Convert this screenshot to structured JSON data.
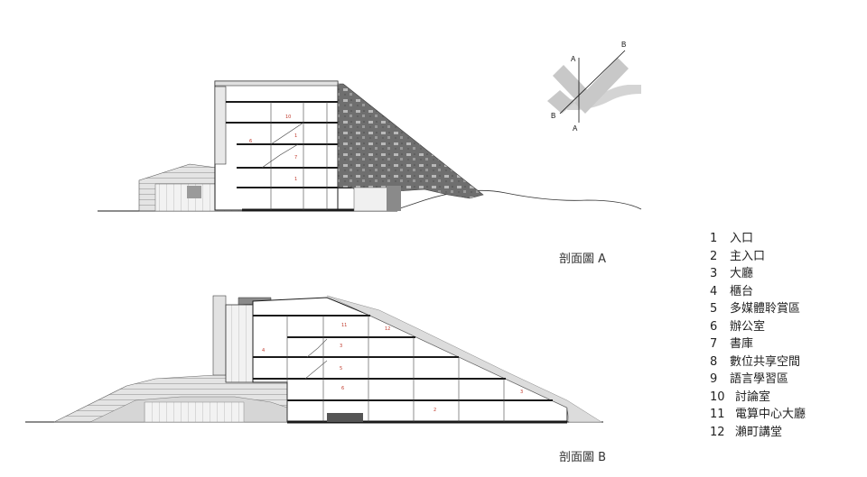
{
  "captions": {
    "section_a": "剖面圖 A",
    "section_b": "剖面圖 B"
  },
  "key_plan": {
    "label_a_top": "A",
    "label_a_bottom": "A",
    "label_b_top": "B",
    "label_b_bottom": "B"
  },
  "legend": [
    {
      "num": "1",
      "label": "入口"
    },
    {
      "num": "2",
      "label": "主入口"
    },
    {
      "num": "3",
      "label": "大廳"
    },
    {
      "num": "4",
      "label": "櫃台"
    },
    {
      "num": "5",
      "label": "多媒體聆賞區"
    },
    {
      "num": "6",
      "label": "辦公室"
    },
    {
      "num": "7",
      "label": "書庫"
    },
    {
      "num": "8",
      "label": "數位共享空間"
    },
    {
      "num": "9",
      "label": "語言學習區"
    },
    {
      "num": "10",
      "label": "討論室"
    },
    {
      "num": "11",
      "label": "電算中心大廳"
    },
    {
      "num": "12",
      "label": "瀨町講堂"
    }
  ],
  "room_tags_a": [
    "10",
    "1",
    "6",
    "7",
    "1"
  ],
  "room_tags_b": [
    "11",
    "12",
    "3",
    "4",
    "5",
    "6",
    "3",
    "2"
  ],
  "colors": {
    "line": "#1a1a1a",
    "slab": "#222222",
    "stone_wall": "#6f6f6f",
    "light_fill": "#e6e6e6",
    "key_band": "#c8c8c8",
    "room_tag": "#c0392b"
  }
}
